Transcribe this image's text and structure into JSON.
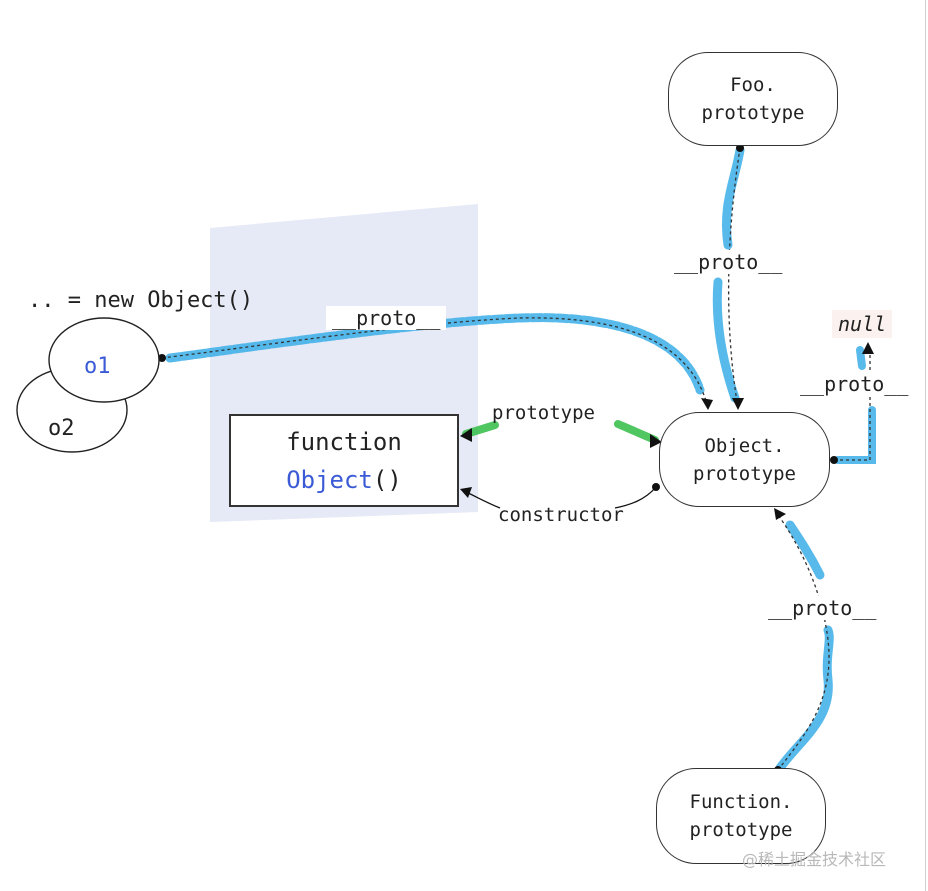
{
  "new_object_expr": ".. = new Object()",
  "nodes": {
    "o1": "o1",
    "o2": "o2",
    "function_object": {
      "line1": "function",
      "line2_name": "Object",
      "line2_suffix": "()"
    },
    "object_prototype": {
      "line1": "Object.",
      "line2": "prototype"
    },
    "foo_prototype": {
      "line1": "Foo.",
      "line2": "prototype"
    },
    "function_prototype": {
      "line1": "Function.",
      "line2": "prototype"
    },
    "null": "null"
  },
  "edges": {
    "o1_proto": "__proto__",
    "foo_proto": "__proto__",
    "object_proto_null": "__proto__",
    "function_proto": "__proto__",
    "prototype": "prototype",
    "constructor": "constructor"
  },
  "colors": {
    "proto_highlight": "#3aaee8",
    "prototype_highlight": "#3cc04f",
    "object_name": "#3b5bd6",
    "shading": "#e6e9f6"
  },
  "watermark": "@稀土掘金技术社区"
}
